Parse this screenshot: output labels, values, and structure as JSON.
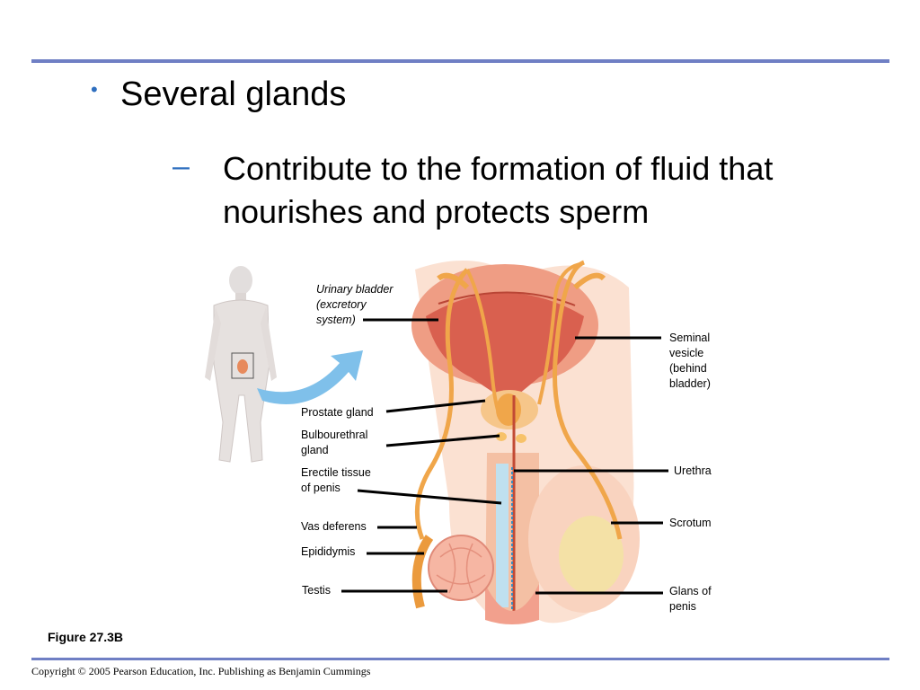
{
  "slide": {
    "bullet": "Several glands",
    "sub_bullet": "Contribute to the formation of fluid that nourishes and protects sperm",
    "figure_caption": "Figure 27.3B",
    "copyright": "Copyright © 2005 Pearson Education, Inc. Publishing as Benjamin Cummings"
  },
  "figure": {
    "labels": {
      "urinary_bladder": "Urinary bladder\n(excretory\nsystem)",
      "seminal_vesicle": "Seminal\nvesicle\n(behind\nbladder)",
      "prostate_gland": "Prostate gland",
      "bulbourethral_gland": "Bulbourethral\ngland",
      "erectile_tissue": "Erectile tissue\nof penis",
      "urethra": "Urethra",
      "vas_deferens": "Vas deferens",
      "scrotum": "Scrotum",
      "epididymis": "Epididymis",
      "testis": "Testis",
      "glans_of_penis": "Glans of\npenis"
    }
  },
  "colors": {
    "rule": "#6f7fc4",
    "bullet": "#2f6fbf",
    "arrow": "#7fc0ea",
    "tissue": "#f3b89a",
    "bladder": "#d9604f",
    "duct": "#f0a64a",
    "urethra_blue": "#3a8cc0"
  }
}
